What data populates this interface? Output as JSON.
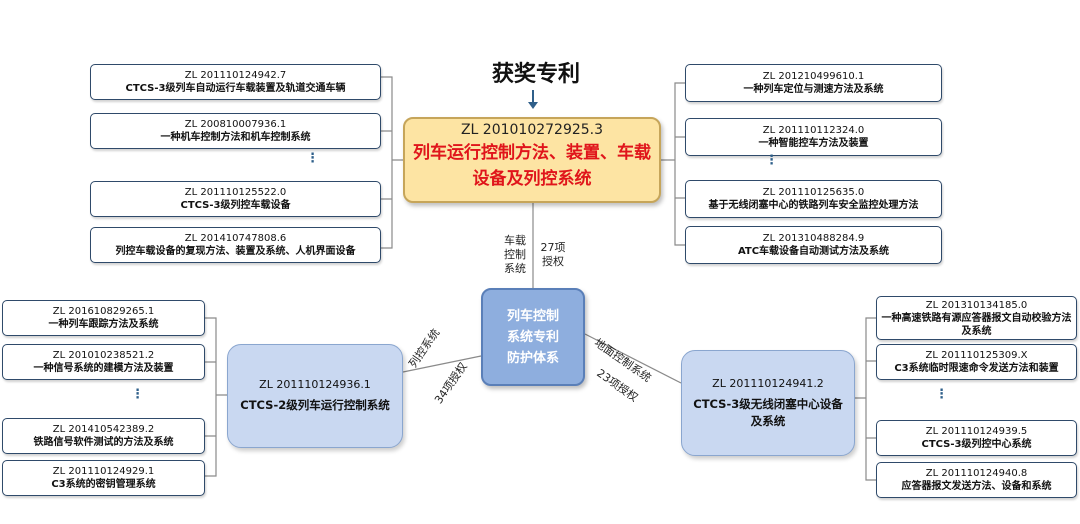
{
  "title": "获奖专利",
  "main_patent": {
    "number": "ZL 201010272925.3",
    "name": "列车运行控制方法、装置、车载设备及列控系统"
  },
  "center": {
    "lines": [
      "列车控制",
      "系统专利",
      "防护体系"
    ]
  },
  "links": {
    "top": {
      "category": [
        "车载",
        "控制",
        "系统"
      ],
      "count": [
        "27项",
        "授权"
      ]
    },
    "left": {
      "category": "列控系统",
      "count": "34项授权"
    },
    "right": {
      "category": "地面控制系统",
      "count": "23项授权"
    }
  },
  "left_hub": {
    "number": "ZL 201110124936.1",
    "name": "CTCS-2级列车运行控制系统"
  },
  "right_hub": {
    "number": "ZL 201110124941.2",
    "name": "CTCS-3级无线闭塞中心设备及系统"
  },
  "top_left": [
    {
      "number": "ZL 201110124942.7",
      "name": "CTCS-3级列车自动运行车载装置及轨道交通车辆"
    },
    {
      "number": "ZL 200810007936.1",
      "name": "一种机车控制方法和机车控制系统"
    },
    {
      "number": "ZL 201110125522.0",
      "name": "CTCS-3级列控车载设备"
    },
    {
      "number": "ZL 201410747808.6",
      "name": "列控车载设备的复现方法、装置及系统、人机界面设备"
    }
  ],
  "top_right": [
    {
      "number": "ZL 201210499610.1",
      "name": "一种列车定位与测速方法及系统"
    },
    {
      "number": "ZL 201110112324.0",
      "name": "一种智能控车方法及装置"
    },
    {
      "number": "ZL 201110125635.0",
      "name": "基于无线闭塞中心的铁路列车安全监控处理方法"
    },
    {
      "number": "ZL 201310488284.9",
      "name": "ATC车载设备自动测试方法及系统"
    }
  ],
  "bottom_left": [
    {
      "number": "ZL 201610829265.1",
      "name": "一种列车跟踪方法及系统"
    },
    {
      "number": "ZL 201010238521.2",
      "name": "一种信号系统的建模方法及装置"
    },
    {
      "number": "ZL 201410542389.2",
      "name": "铁路信号软件测试的方法及系统"
    },
    {
      "number": "ZL 201110124929.1",
      "name": "C3系统的密钥管理系统"
    }
  ],
  "bottom_right": [
    {
      "number": "ZL 201310134185.0",
      "name": "一种高速铁路有源应答器报文自动校验方法及系统"
    },
    {
      "number": "ZL 201110125309.X",
      "name": "C3系统临时限速命令发送方法和装置"
    },
    {
      "number": "ZL 201110124939.5",
      "name": "CTCS-3级列控中心系统"
    },
    {
      "number": "ZL 201110124940.8",
      "name": "应答器报文发送方法、设备和系统"
    }
  ],
  "ellipsis": "⋮",
  "colors": {
    "main_fill": "#fde4a3",
    "main_text": "#e0151b",
    "center_fill": "#8eaede",
    "hub_fill": "#c9d8f1",
    "box_border": "#2f4a6a"
  }
}
